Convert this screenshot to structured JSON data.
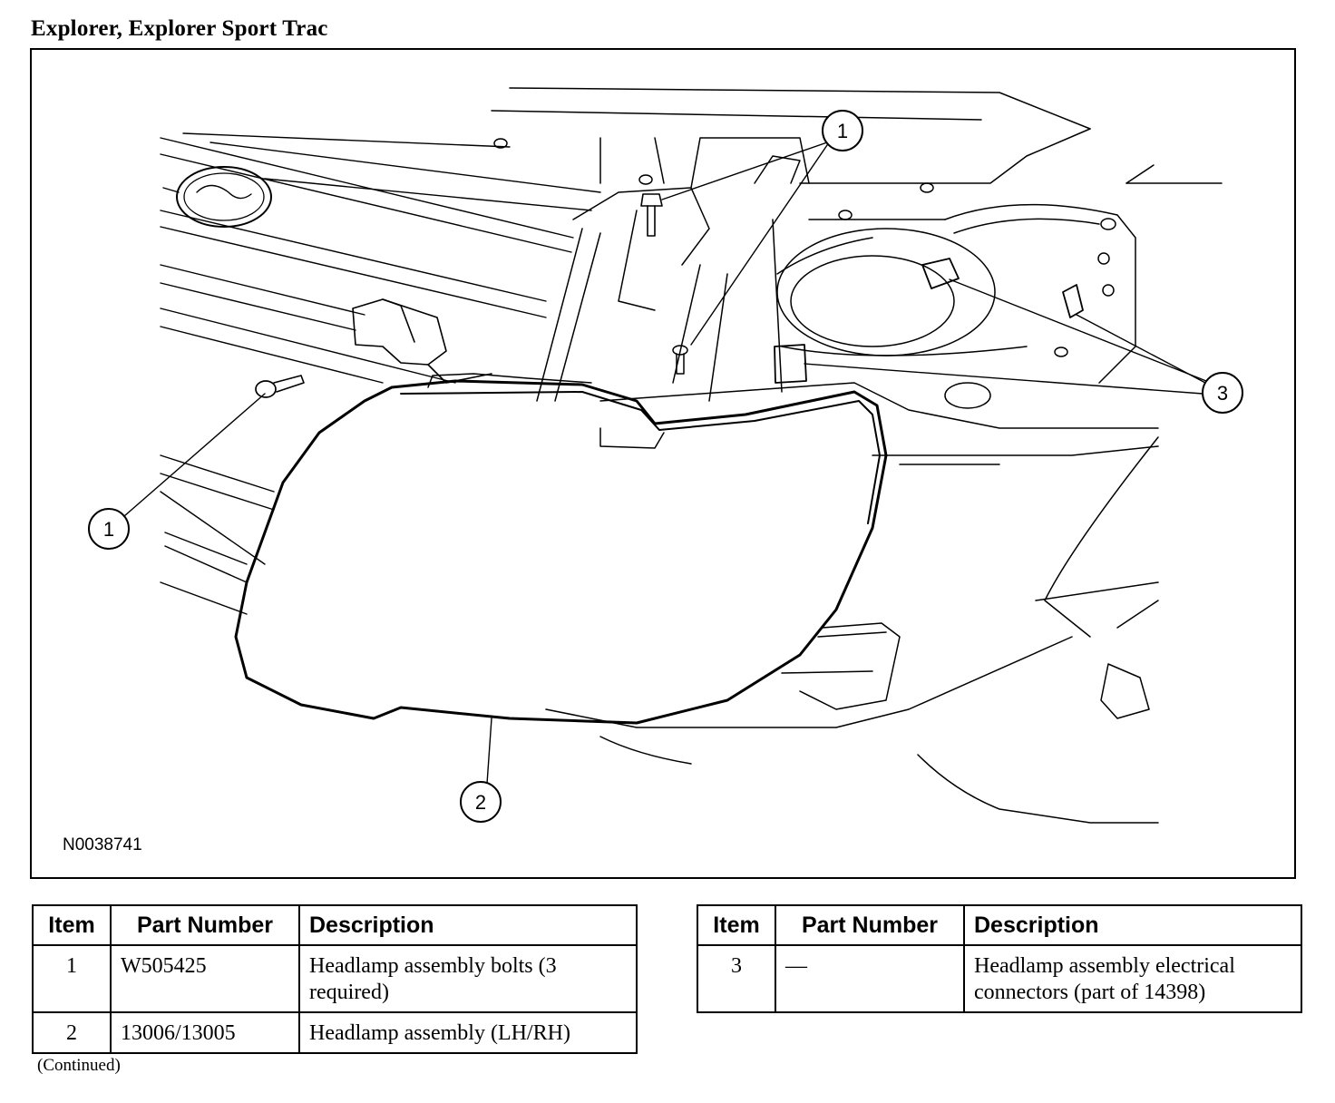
{
  "header": {
    "title": "Explorer, Explorer Sport Trac"
  },
  "figure": {
    "id": "N0038741",
    "callouts": [
      "1",
      "1",
      "2",
      "3"
    ]
  },
  "tables": [
    {
      "columns": [
        "Item",
        "Part Number",
        "Description"
      ],
      "rows": [
        {
          "item": "1",
          "part_number": "W505425",
          "description": "Headlamp assembly bolts (3 required)"
        },
        {
          "item": "2",
          "part_number": "13006/13005",
          "description": "Headlamp assembly (LH/RH)"
        }
      ]
    },
    {
      "columns": [
        "Item",
        "Part Number",
        "Description"
      ],
      "rows": [
        {
          "item": "3",
          "part_number": "—",
          "description": "Headlamp assembly electrical connectors (part of 14398)"
        }
      ]
    }
  ],
  "footer": {
    "note": "(Continued)"
  }
}
